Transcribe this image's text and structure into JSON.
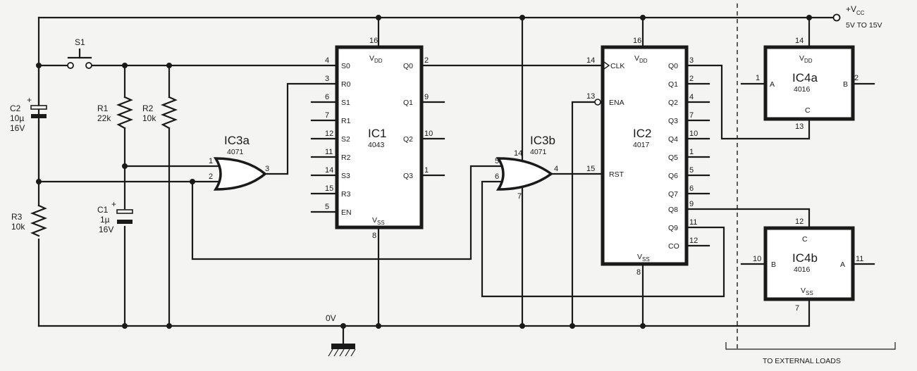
{
  "supply": {
    "label": "+V",
    "sub": "CC",
    "range": "5V TO 15V",
    "ground": "0V"
  },
  "switch": {
    "name": "S1"
  },
  "capacitors": {
    "c2": {
      "name": "C2",
      "value": "10µ",
      "voltage": "16V",
      "plus": "+"
    },
    "c1": {
      "name": "C1",
      "value": "1µ",
      "voltage": "16V",
      "plus": "+"
    }
  },
  "resistors": {
    "r1": {
      "name": "R1",
      "value": "22k"
    },
    "r2": {
      "name": "R2",
      "value": "10k"
    },
    "r3": {
      "name": "R3",
      "value": "10k"
    }
  },
  "gates": {
    "ic3a": {
      "name": "IC3a",
      "part": "4071",
      "in1": "1",
      "in2": "2",
      "out": "3"
    },
    "ic3b": {
      "name": "IC3b",
      "part": "4071",
      "in1": "5",
      "in2": "6",
      "out": "4",
      "vdd_pin": "14",
      "vss_pin": "7"
    }
  },
  "ic1": {
    "name": "IC1",
    "part": "4043",
    "vdd": "V",
    "vdd_sub": "DD",
    "vss": "V",
    "vss_sub": "SS",
    "vdd_pin": "16",
    "vss_pin": "8",
    "left_pins": [
      {
        "pin": "4",
        "label": "S0"
      },
      {
        "pin": "3",
        "label": "R0"
      },
      {
        "pin": "6",
        "label": "S1"
      },
      {
        "pin": "7",
        "label": "R1"
      },
      {
        "pin": "12",
        "label": "S2"
      },
      {
        "pin": "11",
        "label": "R2"
      },
      {
        "pin": "14",
        "label": "S3"
      },
      {
        "pin": "15",
        "label": "R3"
      },
      {
        "pin": "5",
        "label": "EN"
      }
    ],
    "right_pins": [
      {
        "pin": "2",
        "label": "Q0"
      },
      {
        "pin": "9",
        "label": "Q1"
      },
      {
        "pin": "10",
        "label": "Q2"
      },
      {
        "pin": "1",
        "label": "Q3"
      }
    ]
  },
  "ic2": {
    "name": "IC2",
    "part": "4017",
    "vdd": "V",
    "vdd_sub": "DD",
    "vss": "V",
    "vss_sub": "SS",
    "vdd_pin": "16",
    "vss_pin": "8",
    "clk": {
      "pin": "14",
      "label": "CLK"
    },
    "ena": {
      "pin": "13",
      "label": "ENA"
    },
    "rst": {
      "pin": "15",
      "label": "RST"
    },
    "right_pins": [
      {
        "pin": "3",
        "label": "Q0"
      },
      {
        "pin": "2",
        "label": "Q1"
      },
      {
        "pin": "4",
        "label": "Q2"
      },
      {
        "pin": "7",
        "label": "Q3"
      },
      {
        "pin": "10",
        "label": "Q4"
      },
      {
        "pin": "1",
        "label": "Q5"
      },
      {
        "pin": "5",
        "label": "Q6"
      },
      {
        "pin": "6",
        "label": "Q7"
      },
      {
        "pin": "9",
        "label": "Q8"
      },
      {
        "pin": "11",
        "label": "Q9"
      },
      {
        "pin": "12",
        "label": "CO"
      }
    ]
  },
  "ic4a": {
    "name": "IC4a",
    "part": "4016",
    "vdd": "V",
    "vdd_sub": "DD",
    "vdd_pin": "14",
    "a_pin": "1",
    "a": "A",
    "b_pin": "2",
    "b": "B",
    "c_pin": "13",
    "c": "C"
  },
  "ic4b": {
    "name": "IC4b",
    "part": "4016",
    "vss": "V",
    "vss_sub": "SS",
    "vss_pin": "7",
    "b_pin": "10",
    "b": "B",
    "a_pin": "11",
    "a": "A",
    "c_pin": "12",
    "c": "C"
  },
  "external": {
    "label": "TO EXTERNAL LOADS"
  }
}
